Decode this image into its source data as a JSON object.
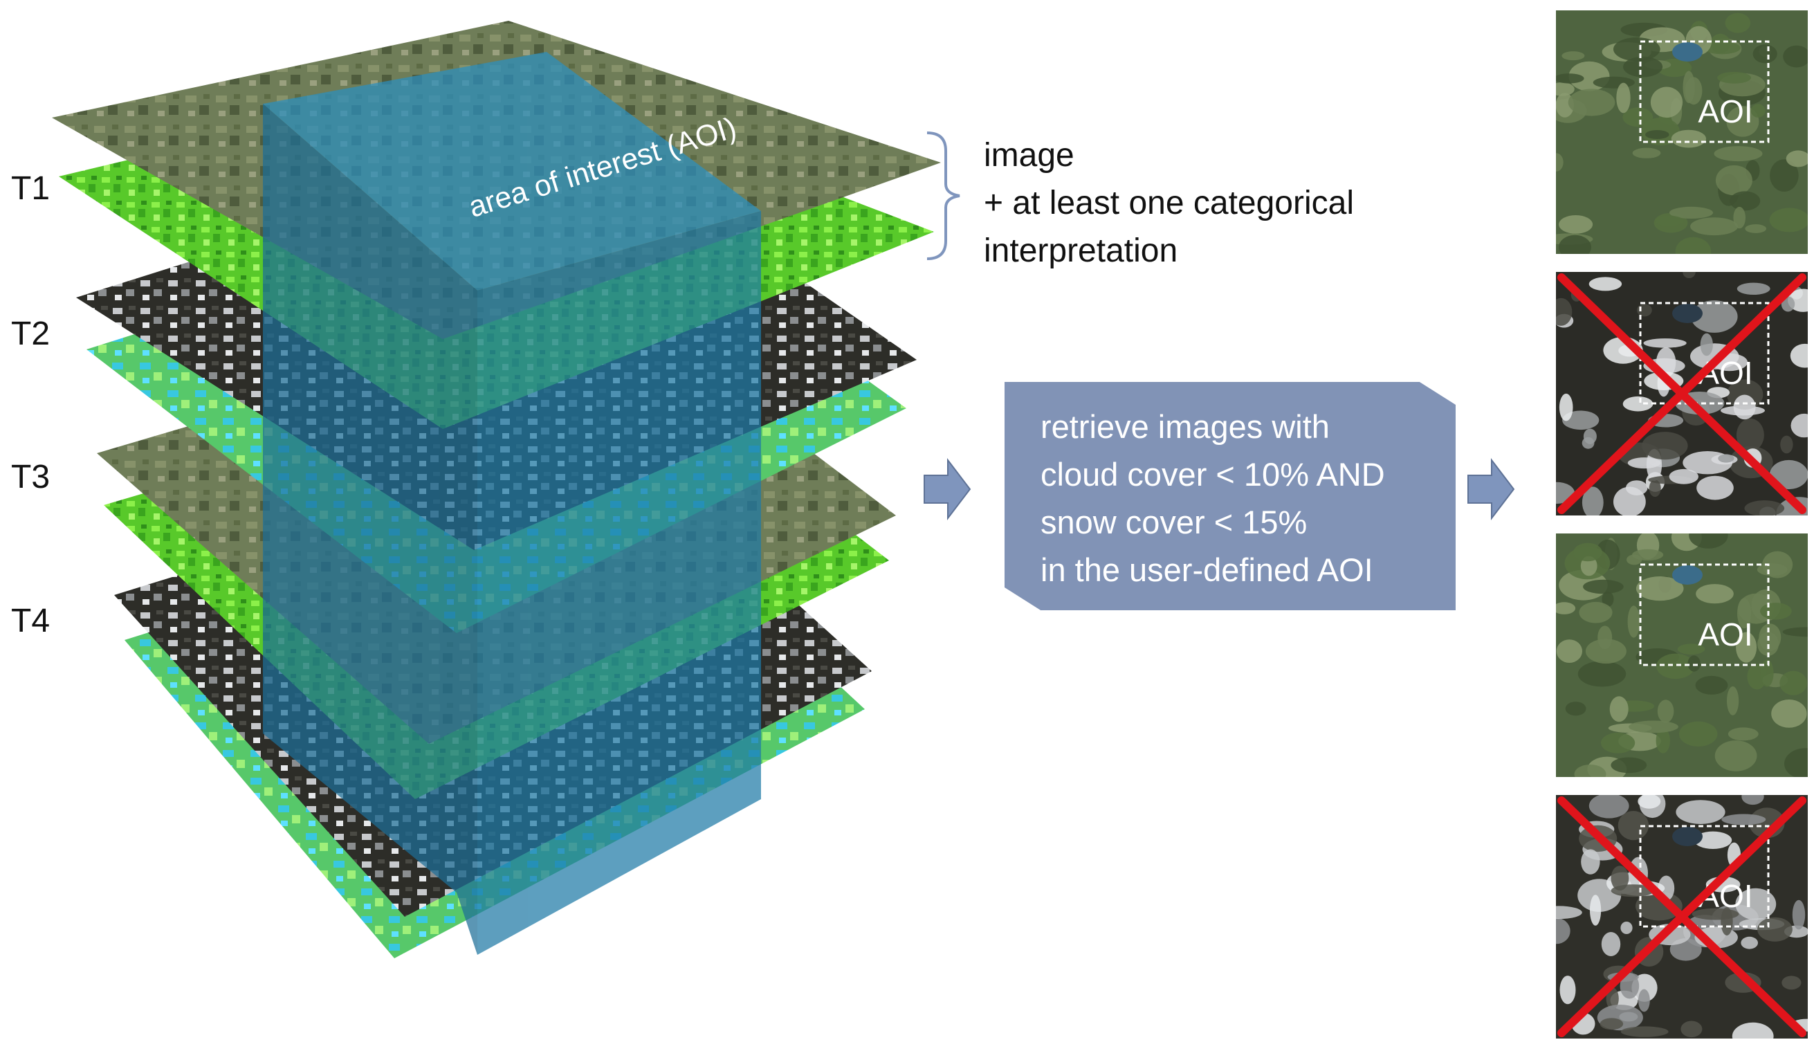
{
  "time_labels": [
    "T1",
    "T2",
    "T3",
    "T4"
  ],
  "aoi_volume_label": "area of interest (AOI)",
  "legend": {
    "line1": "image",
    "line2": "+ at least one categorical",
    "line3": "interpretation"
  },
  "filter": {
    "line1": "retrieve images with",
    "line2": "cloud cover < 10% AND",
    "line3": "snow cover < 15%",
    "line4": "in the user-defined AOI"
  },
  "thumbnails": [
    {
      "aoi_label": "AOI",
      "rejected": false,
      "scene": "clear-green"
    },
    {
      "aoi_label": "AOI",
      "rejected": true,
      "scene": "snow-cloud"
    },
    {
      "aoi_label": "AOI",
      "rejected": false,
      "scene": "clear-green"
    },
    {
      "aoi_label": "AOI",
      "rejected": true,
      "scene": "snow"
    }
  ],
  "colors": {
    "aoi_volume": "#1f7aa6",
    "arrow": "#7f95bd",
    "filter_box": "#8193b6",
    "reject_cross": "#e0141b",
    "classification_green": "#63d52e",
    "legend_bracket": "#7f95bd"
  }
}
